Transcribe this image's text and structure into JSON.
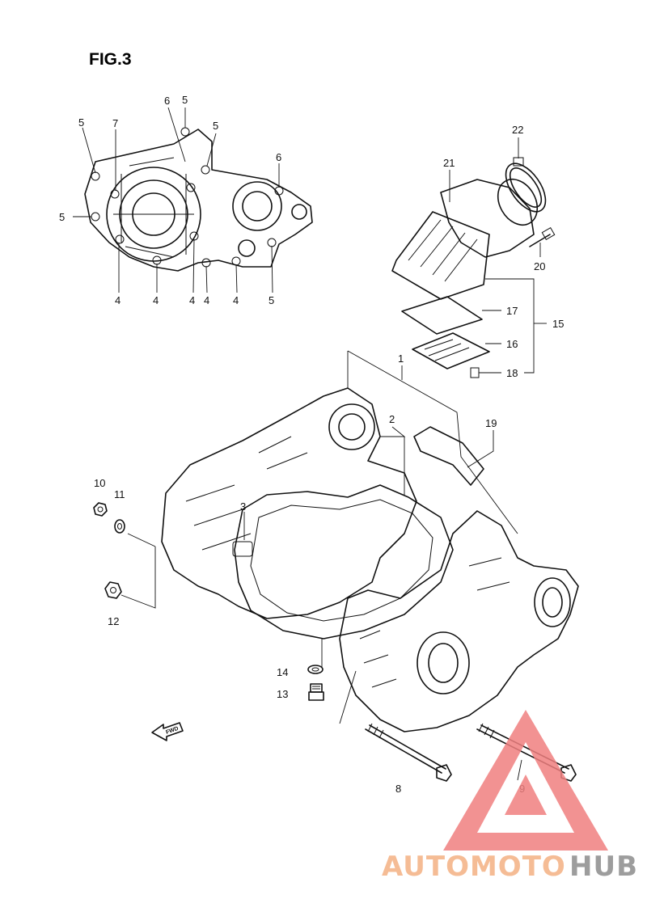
{
  "figure": {
    "title": "FIG.3"
  },
  "callouts": {
    "c1": "1",
    "c2": "2",
    "c3": "3",
    "c4": "4",
    "c5": "5",
    "c6": "6",
    "c7": "7",
    "c8": "8",
    "c9": "9",
    "c10": "10",
    "c11": "11",
    "c12": "12",
    "c13": "13",
    "c14": "14",
    "c15": "15",
    "c16": "16",
    "c17": "17",
    "c18": "18",
    "c19": "19",
    "c20": "20",
    "c21": "21",
    "c22": "22"
  },
  "fwd_label": "FWD",
  "watermark": {
    "part1": "AUTOMOTO",
    "part2": "HUB",
    "colors": {
      "triangle": "#f08080",
      "part1": "#f4b183",
      "part2": "#8c8c8c"
    }
  }
}
